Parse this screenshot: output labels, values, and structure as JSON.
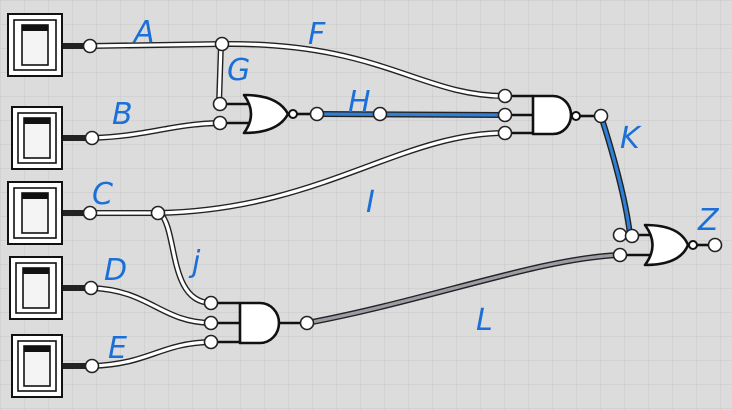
{
  "diagram": {
    "colors": {
      "background": "#dcdcdc",
      "grid": "#c8c8c8",
      "wire_off": "#ffffff",
      "wire_on": "#2f7fd6",
      "wire_bus": "#9c9ca4",
      "handwriting": "#1a6fd8"
    },
    "switches": [
      {
        "id": "sw1",
        "state": "off"
      },
      {
        "id": "sw2",
        "state": "off"
      },
      {
        "id": "sw3",
        "state": "off"
      },
      {
        "id": "sw4",
        "state": "off"
      },
      {
        "id": "sw5",
        "state": "off"
      }
    ],
    "gates": [
      {
        "id": "nor-top",
        "kind": "NOR"
      },
      {
        "id": "nand-top",
        "kind": "NAND"
      },
      {
        "id": "nand-bottom",
        "kind": "AND"
      },
      {
        "id": "nor-output",
        "kind": "NOR"
      }
    ],
    "wire_labels": {
      "a": "A",
      "b": "B",
      "c": "C",
      "d": "D",
      "e": "E",
      "f": "F",
      "g": "G",
      "h": "H",
      "i": "I",
      "j": "j",
      "k": "K",
      "l": "L",
      "z": "Z"
    }
  }
}
